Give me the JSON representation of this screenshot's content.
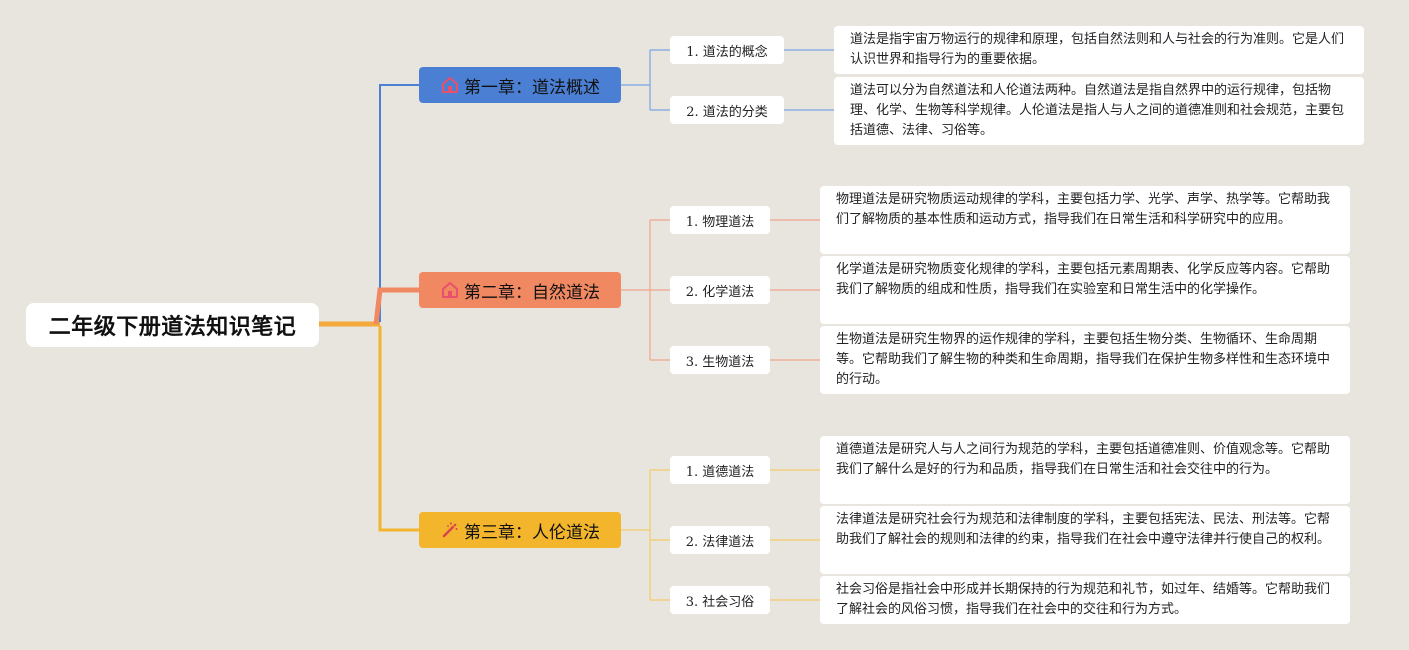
{
  "root": {
    "title": "二年级下册道法知识笔记"
  },
  "colors": {
    "background": "#e8e5de",
    "root_line": "#f5a83b",
    "chapter1": "#4a7fd4",
    "chapter2": "#f08861",
    "chapter3": "#f2b52c",
    "line1": "#7aa4e4",
    "line2": "#f2a58a",
    "line3": "#f4cb6a"
  },
  "chapters": [
    {
      "label": "第一章：道法概述",
      "icon": "house-icon",
      "topics": [
        {
          "label": "1. 道法的概念",
          "description": "道法是指宇宙万物运行的规律和原理，包括自然法则和人与社会的行为准则。它是人们认识世界和指导行为的重要依据。"
        },
        {
          "label": "2. 道法的分类",
          "description": "道法可以分为自然道法和人伦道法两种。自然道法是指自然界中的运行规律，包括物理、化学、生物等科学规律。人伦道法是指人与人之间的道德准则和社会规范，主要包括道德、法律、习俗等。"
        }
      ]
    },
    {
      "label": "第二章：自然道法",
      "icon": "house-icon",
      "topics": [
        {
          "label": "1. 物理道法",
          "description": "物理道法是研究物质运动规律的学科，主要包括力学、光学、声学、热学等。它帮助我们了解物质的基本性质和运动方式，指导我们在日常生活和科学研究中的应用。"
        },
        {
          "label": "2. 化学道法",
          "description": "化学道法是研究物质变化规律的学科，主要包括元素周期表、化学反应等内容。它帮助我们了解物质的组成和性质，指导我们在实验室和日常生活中的化学操作。"
        },
        {
          "label": "3. 生物道法",
          "description": "生物道法是研究生物界的运作规律的学科，主要包括生物分类、生物循环、生命周期等。它帮助我们了解生物的种类和生命周期，指导我们在保护生物多样性和生态环境中的行动。"
        }
      ]
    },
    {
      "label": "第三章：人伦道法",
      "icon": "magic-wand-icon",
      "topics": [
        {
          "label": "1. 道德道法",
          "description": "道德道法是研究人与人之间行为规范的学科，主要包括道德准则、价值观念等。它帮助我们了解什么是好的行为和品质，指导我们在日常生活和社会交往中的行为。"
        },
        {
          "label": "2. 法律道法",
          "description": "法律道法是研究社会行为规范和法律制度的学科，主要包括宪法、民法、刑法等。它帮助我们了解社会的规则和法律的约束，指导我们在社会中遵守法律并行使自己的权利。"
        },
        {
          "label": "3. 社会习俗",
          "description": "社会习俗是指社会中形成并长期保持的行为规范和礼节，如过年、结婚等。它帮助我们了解社会的风俗习惯，指导我们在社会中的交往和行为方式。"
        }
      ]
    }
  ]
}
